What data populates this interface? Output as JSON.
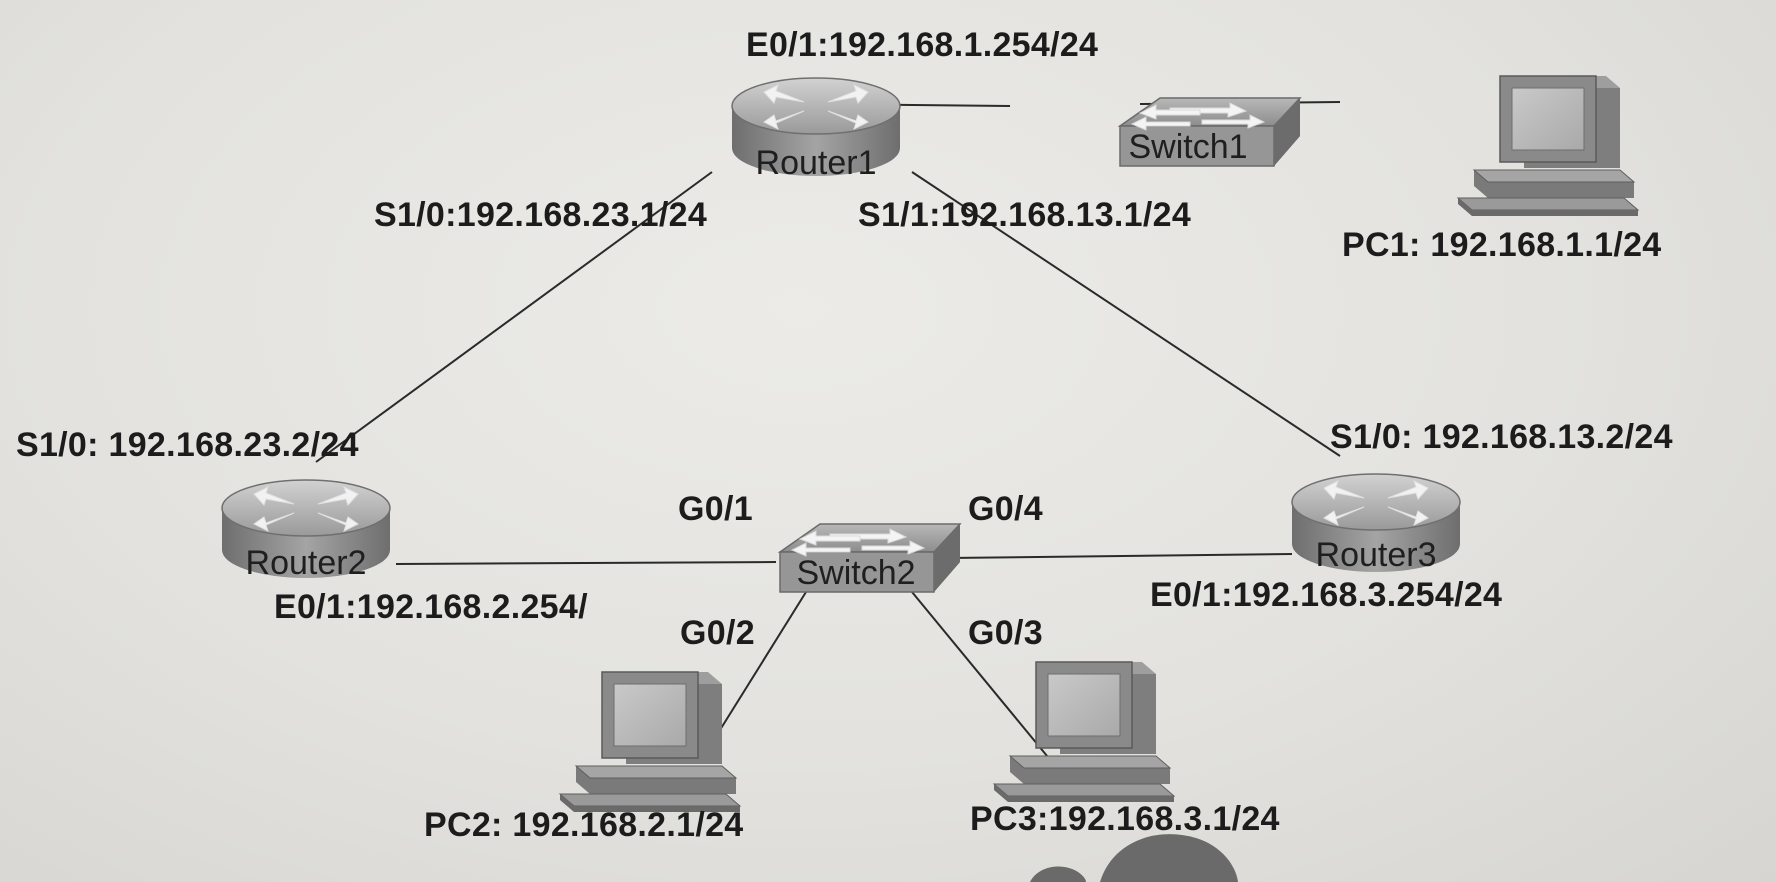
{
  "devices": {
    "router1": {
      "name": "Router1"
    },
    "router2": {
      "name": "Router2"
    },
    "router3": {
      "name": "Router3"
    },
    "switch1": {
      "name": "Switch1"
    },
    "switch2": {
      "name": "Switch2"
    },
    "pc1": {
      "label": "PC1: 192.168.1.1/24"
    },
    "pc2": {
      "label": "PC2: 192.168.2.1/24"
    },
    "pc3": {
      "label": "PC3:192.168.3.1/24"
    }
  },
  "interfaces": {
    "r1_e01": "E0/1:192.168.1.254/24",
    "r1_s10": "S1/0:192.168.23.1/24",
    "r1_s11": "S1/1:192.168.13.1/24",
    "r2_s10": "S1/0: 192.168.23.2/24",
    "r2_e01": "E0/1:192.168.2.254/",
    "r3_s10": "S1/0: 192.168.13.2/24",
    "r3_e01": "E0/1:192.168.3.254/24"
  },
  "switch_ports": {
    "g01": "G0/1",
    "g02": "G0/2",
    "g03": "G0/3",
    "g04": "G0/4"
  },
  "colors": {
    "device_light": "#bdbdbd",
    "device_mid": "#8e8e8e",
    "device_dark": "#5e5e5e",
    "link": "#2a2a2a",
    "text": "#1c1c1c"
  }
}
